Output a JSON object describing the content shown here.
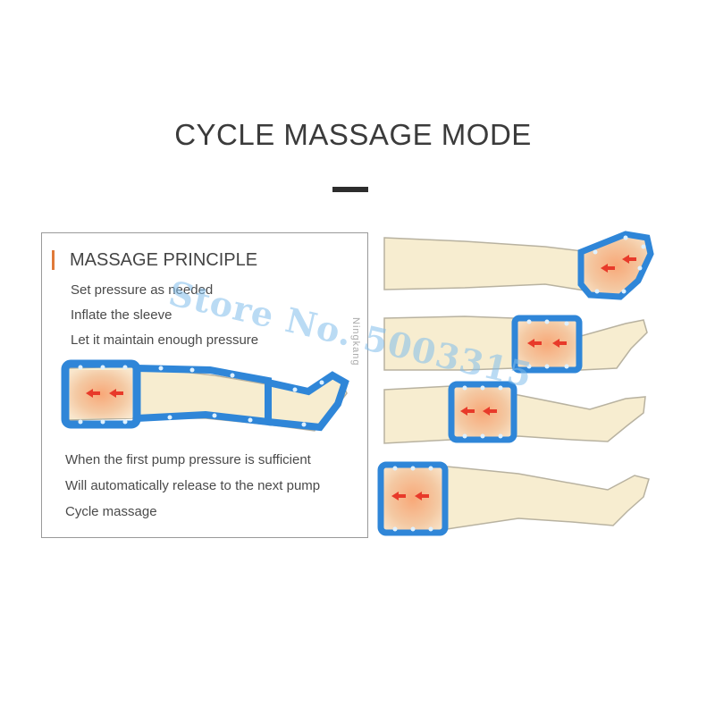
{
  "title": "CYCLE MASSAGE MODE",
  "principle": {
    "heading": "MASSAGE PRINCIPLE",
    "steps": [
      "Set pressure as needed",
      "Inflate the sleeve",
      "Let it maintain enough pressure"
    ],
    "notes": [
      "When the first pump pressure is sufficient",
      "Will automatically release to the next pump",
      "Cycle massage"
    ]
  },
  "watermark": "Store No. 5003315",
  "side_watermark": "Ningkang",
  "colors": {
    "sleeve_blue": "#2f86d8",
    "sleeve_light": "#9fd3f5",
    "leg_beige": "#f7edd0",
    "active_orange": "#f08a4e",
    "arrow_red": "#e83a2a",
    "accent": "#e07a3a"
  },
  "icons": [
    "leg-sleeve-illustration",
    "pressure-arrow-icon"
  ]
}
